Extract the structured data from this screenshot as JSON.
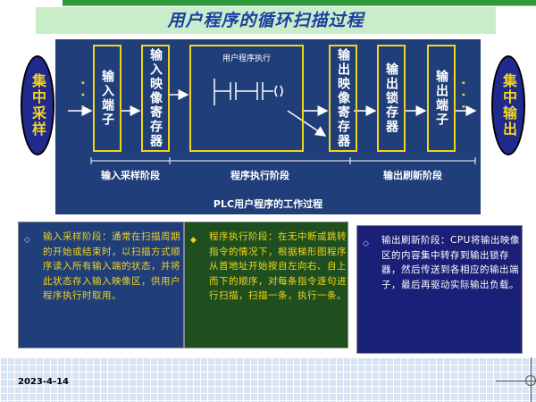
{
  "title": "用户程序的循环扫描过程",
  "left_ellipse": "集中采样",
  "right_ellipse": "集中输出",
  "boxes": {
    "input_terminal": "输入端子",
    "input_image": "输入映像寄存器",
    "program_exec_label": "用户程序执行",
    "output_image": "输出映像寄存器",
    "output_latch": "输出锁存器",
    "output_terminal": "输出端子"
  },
  "stages": {
    "input_sampling": "输入采样阶段",
    "program_execution": "程序执行阶段",
    "output_refresh": "输出刷新阶段"
  },
  "diagram_caption": "PLC用户程序的工作过程",
  "notes": [
    "输入采样阶段：通常在扫描周期的开始或结束时，以扫描方式顺序读入所有输入端的状态，并将此状态存入输入映像区，供用户程序执行时取用。",
    "程序执行阶段：在无中断或跳转指令的情况下，根据梯形图程序从首地址开始按自左向右、自上而下的顺序，对每条指令逐句进行扫描，扫描一条，执行一条。",
    "输出刷新阶段：CPU将输出映像区的内容集中转存到输出锁存器，然后传送到各相应的输出端子，最后再驱动实际输出负载。"
  ],
  "bullet_icon": "diamond-icon",
  "footer_date": "2023-4-14",
  "colors": {
    "diagram_bg": "#1f3e7a",
    "accent_yellow": "#f3d51c",
    "title_color": "#1c3fa0"
  }
}
